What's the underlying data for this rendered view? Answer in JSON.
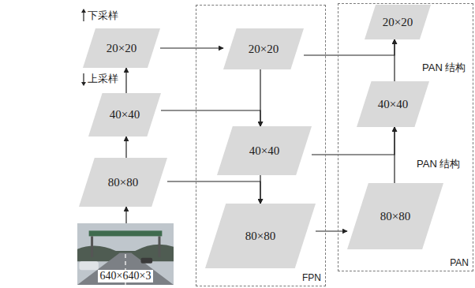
{
  "diagram": {
    "nodes": [
      {
        "text": [
          "640×640×3"
        ]
      },
      {
        "text": [
          "80×80"
        ]
      },
      {
        "text": [
          "40×40"
        ]
      },
      {
        "text": [
          "20×20"
        ]
      },
      {
        "text": [
          "FPN"
        ]
      },
      {
        "text": [
          "20×20"
        ],
        "in": 4
      },
      {
        "text": [
          "40×40"
        ],
        "in": 4
      },
      {
        "text": [
          "80×80"
        ],
        "in": 4
      },
      {
        "text": [
          "PAN"
        ]
      },
      {
        "text": [
          "80×80"
        ],
        "in": 8
      },
      {
        "text": [
          "40×40"
        ],
        "in": 8
      },
      {
        "text": [
          "20×20"
        ],
        "in": 8
      }
    ],
    "edges": [
      {
        "from": 0,
        "to": 1,
        "arrow": "to"
      },
      {
        "from": 1,
        "to": 2,
        "arrow": "to"
      },
      {
        "from": 2,
        "to": 3,
        "arrow": "to"
      },
      {
        "from": 3,
        "to": 5,
        "arrow": "to"
      },
      {
        "from": 2,
        "to": 6,
        "arrow": "to"
      },
      {
        "from": 1,
        "to": 7,
        "arrow": "to"
      },
      {
        "from": 5,
        "to": 6,
        "arrow": "to"
      },
      {
        "from": 6,
        "to": 7,
        "arrow": "to"
      },
      {
        "from": 7,
        "to": 9,
        "arrow": "to"
      },
      {
        "from": 6,
        "to": 10,
        "arrow": "to"
      },
      {
        "from": 5,
        "to": 11,
        "arrow": "to"
      },
      {
        "from": 9,
        "to": 10,
        "arrow": "to"
      },
      {
        "from": 10,
        "to": 11,
        "arrow": "to"
      }
    ],
    "labels": [
      "PAN 结构",
      "PAN 结构"
    ],
    "legend": [
      {
        "text": "下采样"
      },
      {
        "text": "上采样"
      }
    ]
  }
}
